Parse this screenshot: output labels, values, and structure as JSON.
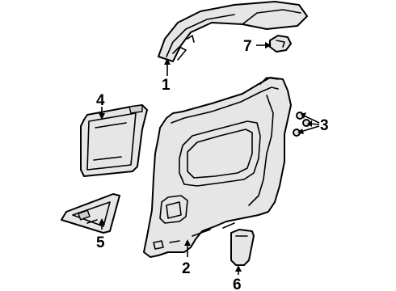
{
  "parts": [
    {
      "id": "1",
      "label": "1"
    },
    {
      "id": "2",
      "label": "2"
    },
    {
      "id": "3",
      "label": "3"
    },
    {
      "id": "4",
      "label": "4"
    },
    {
      "id": "5",
      "label": "5"
    },
    {
      "id": "6",
      "label": "6"
    },
    {
      "id": "7",
      "label": "7"
    }
  ],
  "colors": {
    "ink": "#000000",
    "fill": "#e6e6e6",
    "shade": "#cfcfcf",
    "background": "#ffffff"
  }
}
